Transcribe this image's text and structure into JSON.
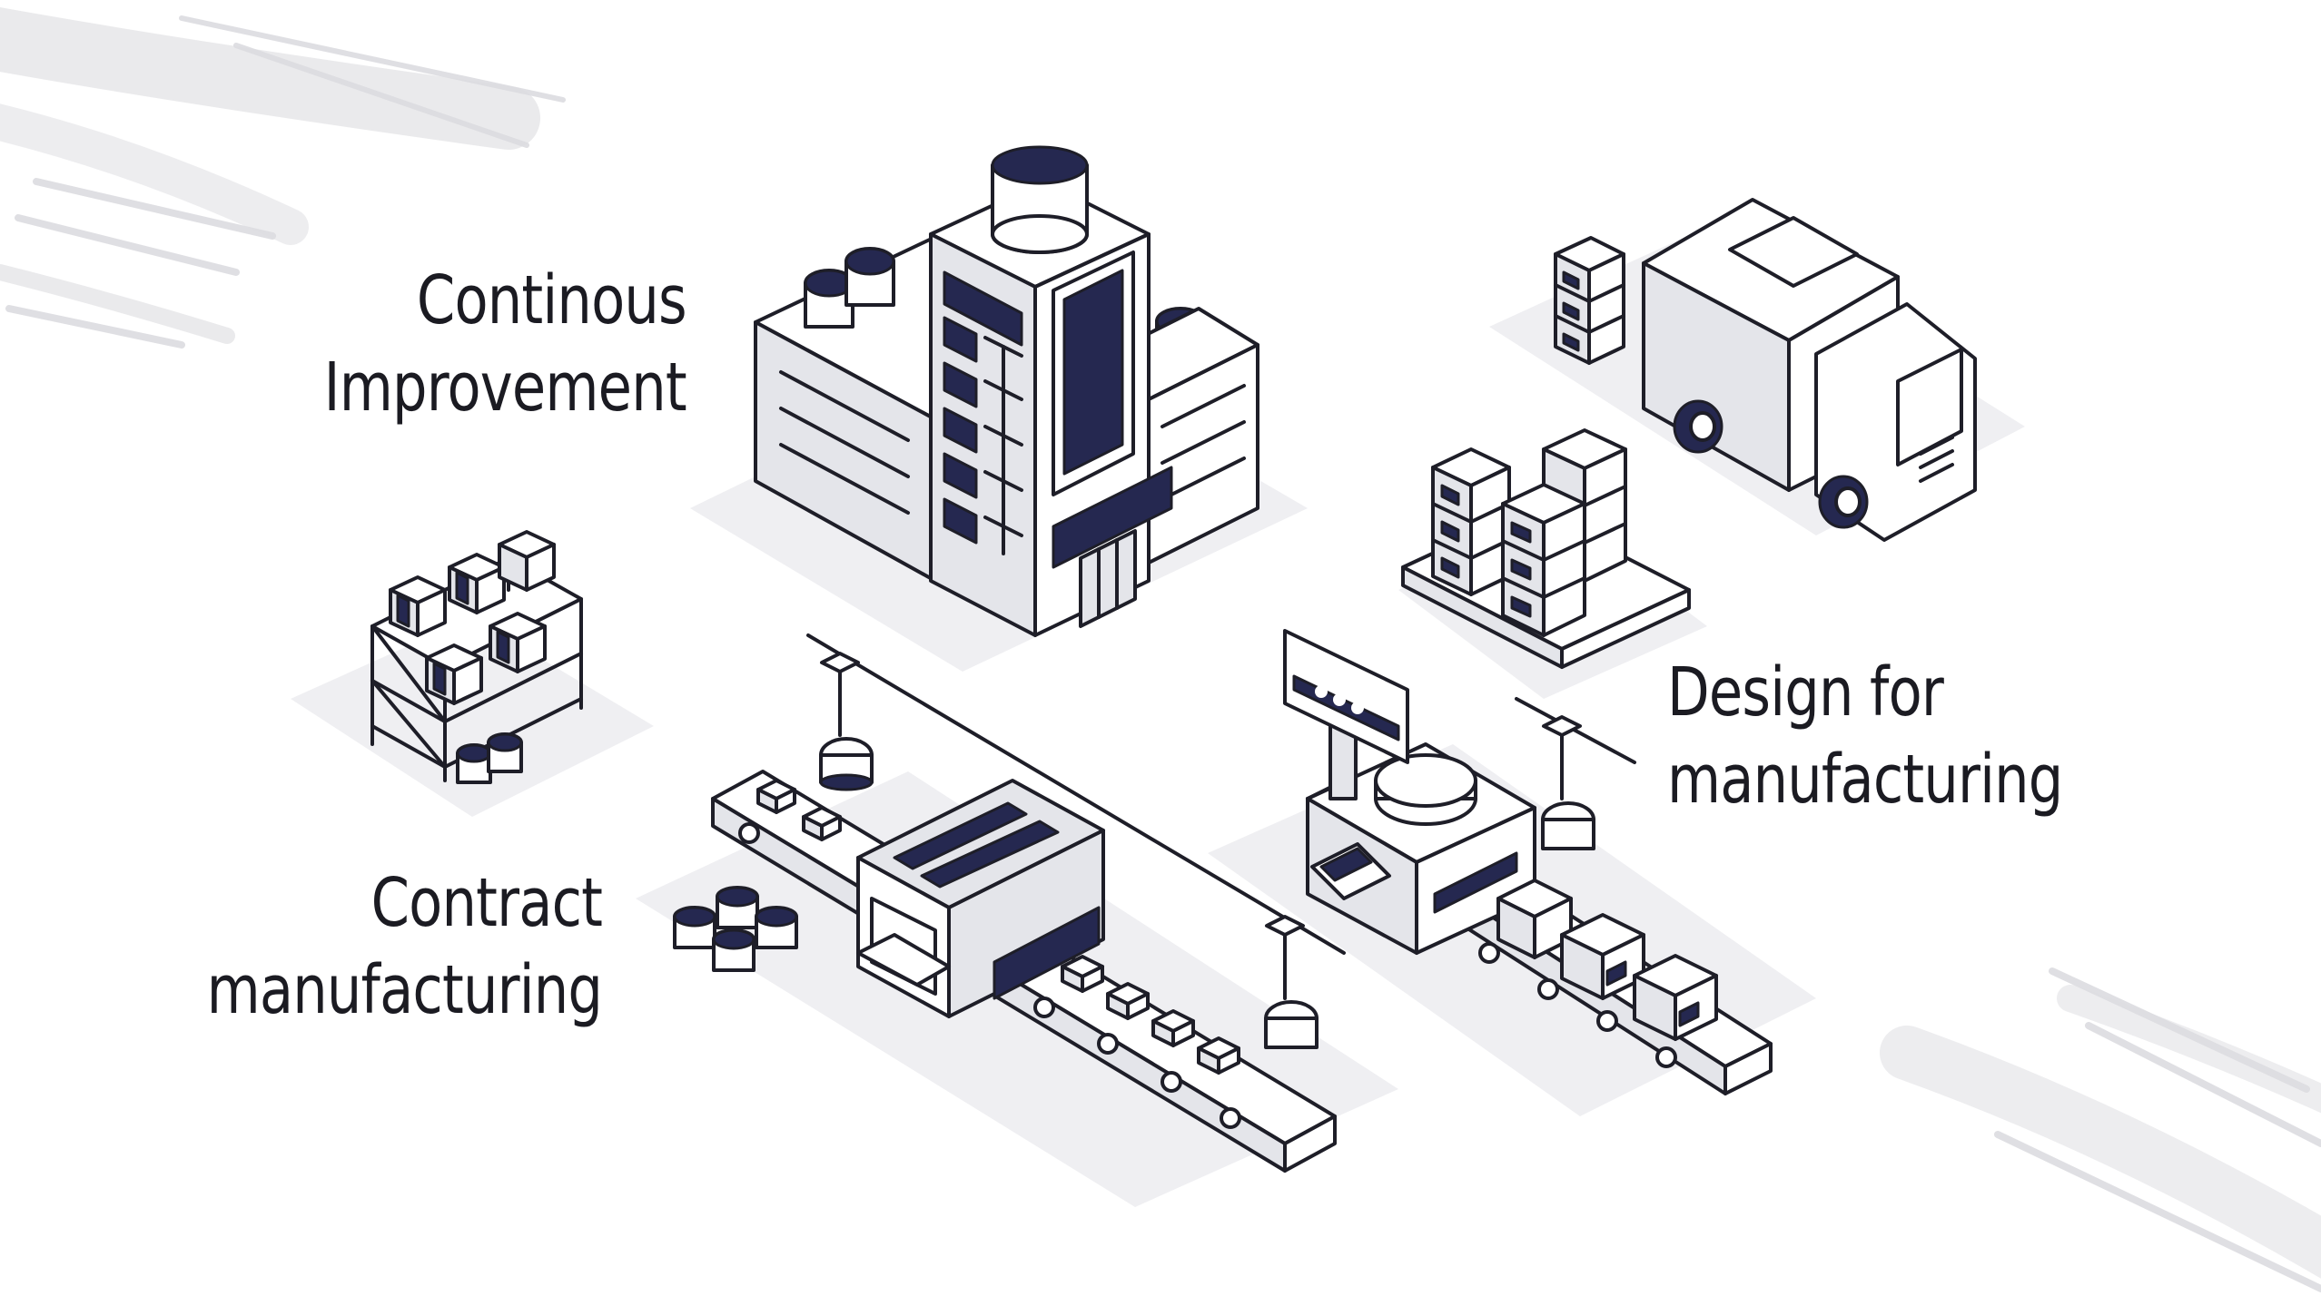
{
  "labels": {
    "continuous_improvement": [
      "Continous",
      "Improvement"
    ],
    "contract_manufacturing": [
      "Contract",
      "manufacturing"
    ],
    "design_for_manufacturing": [
      "Design for",
      "manufacturing"
    ]
  },
  "colors": {
    "background": "#ffffff",
    "line": "#1e1e28",
    "accent_navy": "#252850",
    "fill_gray": "#e4e5ea",
    "shadow_gray": "#efeff2"
  }
}
